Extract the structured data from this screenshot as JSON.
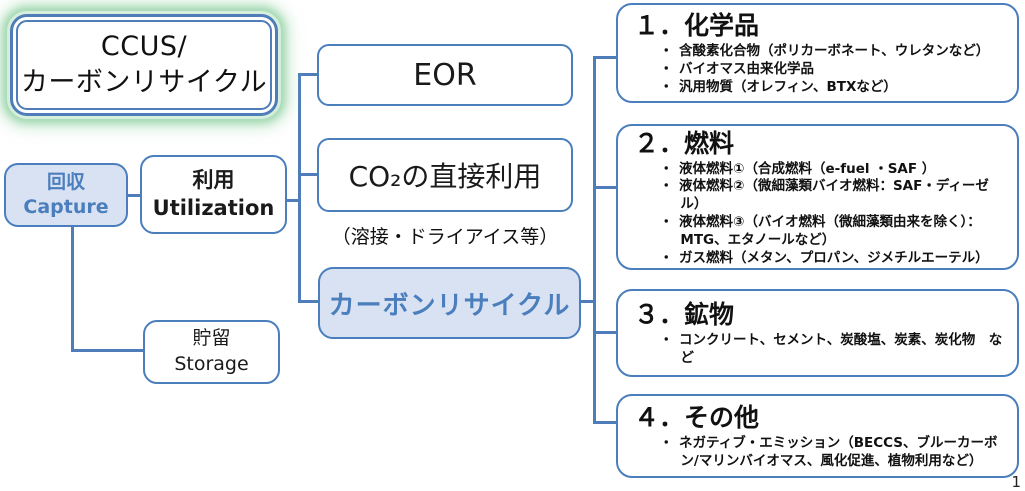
{
  "colors": {
    "border_blue": "#4a7ebc",
    "line_blue": "#4f7dba",
    "fill_light_blue": "#d9e2f3",
    "text_blue": "#4a7ebc",
    "glow_green": "#a5dab4"
  },
  "ccus": {
    "line1": "CCUS/",
    "line2": "カーボンリサイクル"
  },
  "capture": {
    "ja": "回収",
    "en": "Capture"
  },
  "utilization": {
    "ja": "利用",
    "en": "Utilization"
  },
  "storage": {
    "ja": "貯留",
    "en": "Storage"
  },
  "usage": {
    "eor": "EOR",
    "co2_direct": "CO₂の直接利用",
    "co2_note": "（溶接・ドライアイス等）",
    "carbon_recycle": "カーボンリサイクル"
  },
  "categories": [
    {
      "heading": "１．化学品",
      "items": [
        "含酸素化合物（ポリカーボネート、ウレタンなど）",
        "バイオマス由来化学品",
        "汎用物質（オレフィン、BTXなど）"
      ]
    },
    {
      "heading": "２．燃料",
      "items": [
        "液体燃料①（合成燃料（e-fuel ・SAF ）",
        "液体燃料②（微細藻類バイオ燃料：SAF・ディーゼル）",
        "液体燃料③（バイオ燃料（微細藻類由来を除く）：MTG、エタノールなど）",
        "ガス燃料（メタン、プロパン、ジメチルエーテル）"
      ]
    },
    {
      "heading": "３．鉱物",
      "items": [
        "コンクリート、セメント、炭酸塩、炭素、炭化物　など"
      ]
    },
    {
      "heading": "４．その他",
      "items": [
        "ネガティブ・エミッション（BECCS、ブルーカーボン/マリンバイオマス、風化促進、植物利用など）"
      ]
    }
  ],
  "page_number": "1"
}
